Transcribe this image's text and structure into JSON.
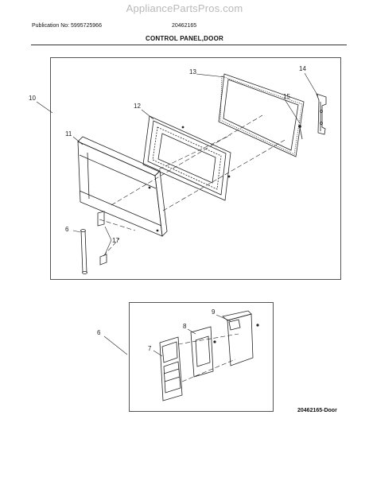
{
  "header": {
    "watermark": "AppliancePartsPros.com",
    "publication": "Publication No: 5995725966",
    "diagram_number": "20462165",
    "section_title": "CONTROL PANEL,DOOR"
  },
  "callouts": {
    "p10": "10",
    "p11": "11",
    "p12": "12",
    "p13": "13",
    "p14": "14",
    "p15": "15",
    "p6_top": "6",
    "p17": "17",
    "p6_bottom": "6",
    "p7": "7",
    "p8": "8",
    "p9": "9"
  },
  "footer": {
    "diagram_id": "20462165-Door"
  }
}
